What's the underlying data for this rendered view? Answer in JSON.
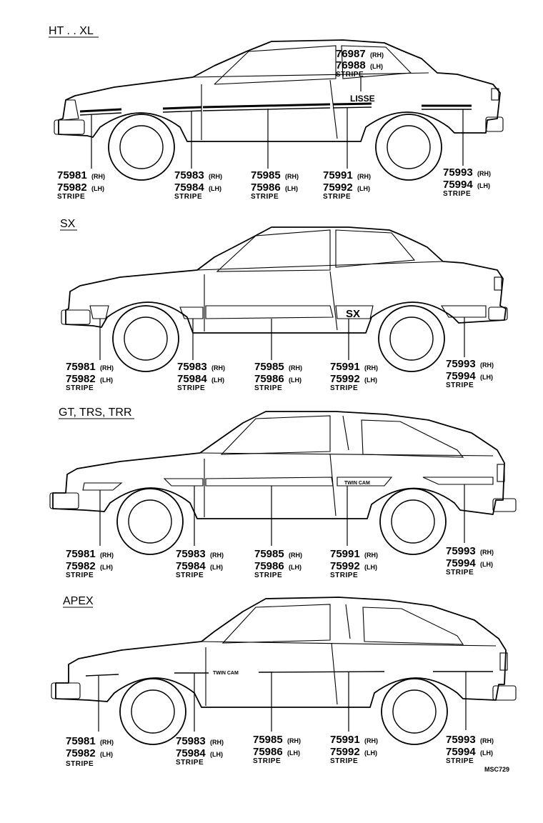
{
  "sections": [
    {
      "title": "HT . . XL",
      "badge": "LISSE",
      "window_part": {
        "num_rh": "76987",
        "side_rh": "(RH)",
        "num_lh": "76988",
        "side_lh": "(LH)",
        "name": "STRIPE"
      },
      "parts": [
        {
          "num_rh": "75981",
          "side_rh": "(RH)",
          "num_lh": "75982",
          "side_lh": "(LH)",
          "name": "STRIPE"
        },
        {
          "num_rh": "75983",
          "side_rh": "(RH)",
          "num_lh": "75984",
          "side_lh": "(LH)",
          "name": "STRIPE"
        },
        {
          "num_rh": "75985",
          "side_rh": "(RH)",
          "num_lh": "75986",
          "side_lh": "(LH)",
          "name": "STRIPE"
        },
        {
          "num_rh": "75991",
          "side_rh": "(RH)",
          "num_lh": "75992",
          "side_lh": "(LH)",
          "name": "STRIPE"
        },
        {
          "num_rh": "75993",
          "side_rh": "(RH)",
          "num_lh": "75994",
          "side_lh": "(LH)",
          "name": "STRIPE"
        }
      ]
    },
    {
      "title": "SX",
      "badge": "SX",
      "parts": [
        {
          "num_rh": "75981",
          "side_rh": "(RH)",
          "num_lh": "75982",
          "side_lh": "(LH)",
          "name": "STRIPE"
        },
        {
          "num_rh": "75983",
          "side_rh": "(RH)",
          "num_lh": "75984",
          "side_lh": "(LH)",
          "name": "STRIPE"
        },
        {
          "num_rh": "75985",
          "side_rh": "(RH)",
          "num_lh": "75986",
          "side_lh": "(LH)",
          "name": "STRIPE"
        },
        {
          "num_rh": "75991",
          "side_rh": "(RH)",
          "num_lh": "75992",
          "side_lh": "(LH)",
          "name": "STRIPE"
        },
        {
          "num_rh": "75993",
          "side_rh": "(RH)",
          "num_lh": "75994",
          "side_lh": "(LH)",
          "name": "STRIPE"
        }
      ]
    },
    {
      "title": "GT, TRS, TRR",
      "badge": "TWIN CAM",
      "parts": [
        {
          "num_rh": "75981",
          "side_rh": "(RH)",
          "num_lh": "75982",
          "side_lh": "(LH)",
          "name": "STRIPE"
        },
        {
          "num_rh": "75983",
          "side_rh": "(RH)",
          "num_lh": "75984",
          "side_lh": "(LH)",
          "name": "STRIPE"
        },
        {
          "num_rh": "75985",
          "side_rh": "(RH)",
          "num_lh": "75986",
          "side_lh": "(LH)",
          "name": "STRIPE"
        },
        {
          "num_rh": "75991",
          "side_rh": "(RH)",
          "num_lh": "75992",
          "side_lh": "(LH)",
          "name": "STRIPE"
        },
        {
          "num_rh": "75993",
          "side_rh": "(RH)",
          "num_lh": "75994",
          "side_lh": "(LH)",
          "name": "STRIPE"
        }
      ]
    },
    {
      "title": "APEX",
      "badge": "TWIN CAM",
      "parts": [
        {
          "num_rh": "75981",
          "side_rh": "(RH)",
          "num_lh": "75982",
          "side_lh": "(LH)",
          "name": "STRIPE"
        },
        {
          "num_rh": "75983",
          "side_rh": "(RH)",
          "num_lh": "75984",
          "side_lh": "(LH)",
          "name": "STRIPE"
        },
        {
          "num_rh": "75985",
          "side_rh": "(RH)",
          "num_lh": "75986",
          "side_lh": "(LH)",
          "name": "STRIPE"
        },
        {
          "num_rh": "75991",
          "side_rh": "(RH)",
          "num_lh": "75992",
          "side_lh": "(LH)",
          "name": "STRIPE"
        },
        {
          "num_rh": "75993",
          "side_rh": "(RH)",
          "num_lh": "75994",
          "side_lh": "(LH)",
          "name": "STRIPE"
        }
      ]
    }
  ],
  "drawing_code": "MSC729"
}
